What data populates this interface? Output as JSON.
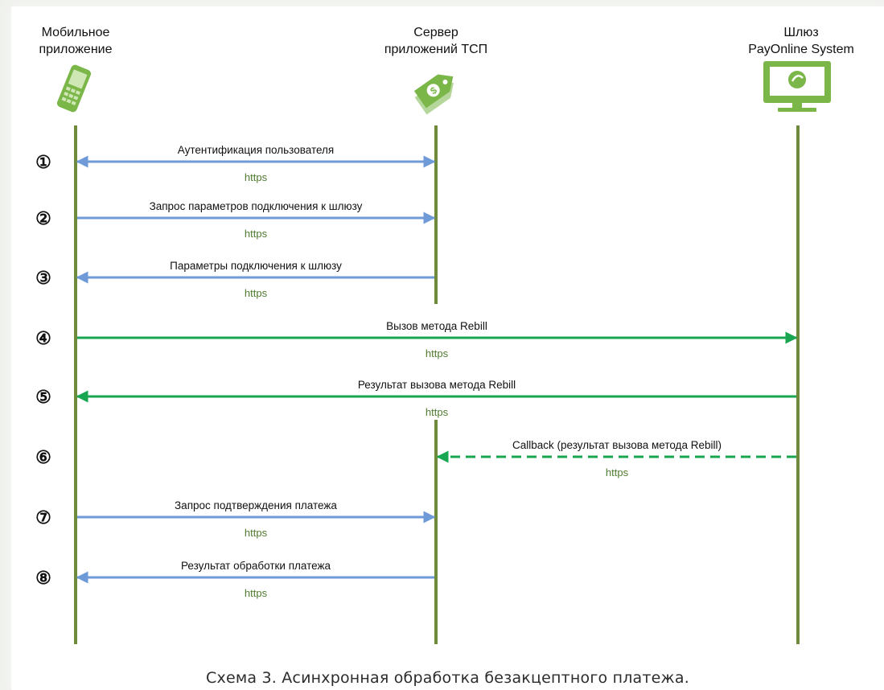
{
  "actors": [
    {
      "id": "mobile",
      "label": "Мобильное\nприложение",
      "icon": "mobile-phone-icon"
    },
    {
      "id": "server",
      "label": "Сервер\nприложений ТСП",
      "icon": "price-tag-icon"
    },
    {
      "id": "gateway",
      "label": "Шлюз\nPayOnline System",
      "icon": "monitor-icon"
    }
  ],
  "colors": {
    "lifeline": "#6e8a3a",
    "blue_arrow": "#6f9ad8",
    "green_arrow": "#19a651",
    "icon_green": "#7ab648",
    "text": "#111111",
    "protocol_text": "#4f7a2f"
  },
  "steps": [
    {
      "number": "①",
      "label": "Аутентификация пользователя",
      "protocol": "https",
      "from": "mobile",
      "to": "server",
      "direction": "both",
      "style": "blue"
    },
    {
      "number": "②",
      "label": "Запрос параметров подключения к шлюзу",
      "protocol": "https",
      "from": "mobile",
      "to": "server",
      "direction": "forward",
      "style": "blue"
    },
    {
      "number": "③",
      "label": "Параметры подключения к шлюзу",
      "protocol": "https",
      "from": "server",
      "to": "mobile",
      "direction": "forward",
      "style": "blue"
    },
    {
      "number": "④",
      "label": "Вызов метода Rebill",
      "protocol": "https",
      "from": "mobile",
      "to": "gateway",
      "direction": "forward",
      "style": "green"
    },
    {
      "number": "⑤",
      "label": "Результат вызова метода Rebill",
      "protocol": "https",
      "from": "gateway",
      "to": "mobile",
      "direction": "forward",
      "style": "green"
    },
    {
      "number": "⑥",
      "label": "Callback (результат вызова метода Rebill)",
      "protocol": "https",
      "from": "gateway",
      "to": "server",
      "direction": "forward",
      "style": "green-dashed"
    },
    {
      "number": "⑦",
      "label": "Запрос подтверждения платежа",
      "protocol": "https",
      "from": "mobile",
      "to": "server",
      "direction": "forward",
      "style": "blue"
    },
    {
      "number": "⑧",
      "label": "Результат обработки платежа",
      "protocol": "https",
      "from": "server",
      "to": "mobile",
      "direction": "forward",
      "style": "blue"
    }
  ],
  "caption": "Схема 3. Асинхронная обработка безакцептного платежа."
}
